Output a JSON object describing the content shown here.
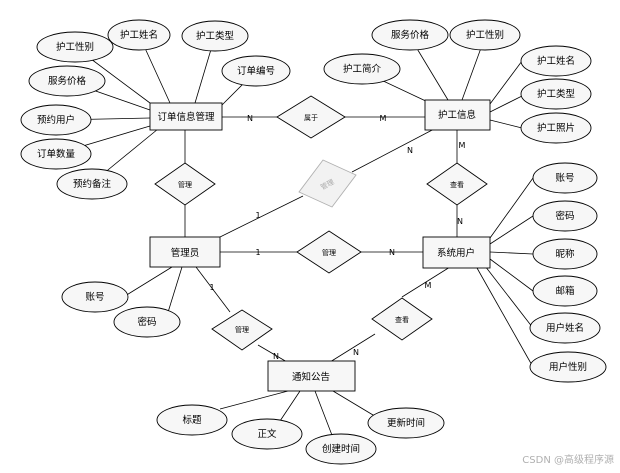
{
  "entities": {
    "order": "订单信息管理",
    "caregiver": "护工信息",
    "admin": "管理员",
    "user": "系统用户",
    "notice": "通知公告"
  },
  "attributes": {
    "order": [
      "护工性别",
      "护工姓名",
      "护工类型",
      "订单编号",
      "服务价格",
      "预约用户",
      "订单数量",
      "预约备注"
    ],
    "caregiver": [
      "服务价格",
      "护工性别",
      "护工简介",
      "护工姓名",
      "护工类型",
      "护工照片"
    ],
    "user": [
      "账号",
      "密码",
      "昵称",
      "邮箱",
      "用户姓名",
      "用户性别"
    ],
    "admin": [
      "账号",
      "密码"
    ],
    "notice": [
      "标题",
      "正文",
      "创建时间",
      "更新时间"
    ]
  },
  "relationships": {
    "belongs": "属于",
    "admin_order": "管理",
    "admin_caregiver": "管理",
    "admin_user": "管理",
    "admin_notice": "管理",
    "view_caregiver": "查看",
    "view_notice": "查看"
  },
  "cardinalities": {
    "order_belongs": "N",
    "belongs_caregiver": "M",
    "caregiver_admin": "N",
    "admin_caregiver": "1",
    "caregiver_view": "M",
    "user_view": "N",
    "admin_user_left": "1",
    "admin_user_right": "N",
    "admin_notice_top": "1",
    "admin_notice_bottom": "N",
    "user_notice_top": "M",
    "user_notice_bottom": "N"
  },
  "watermark": "CSDN @高级程序源"
}
